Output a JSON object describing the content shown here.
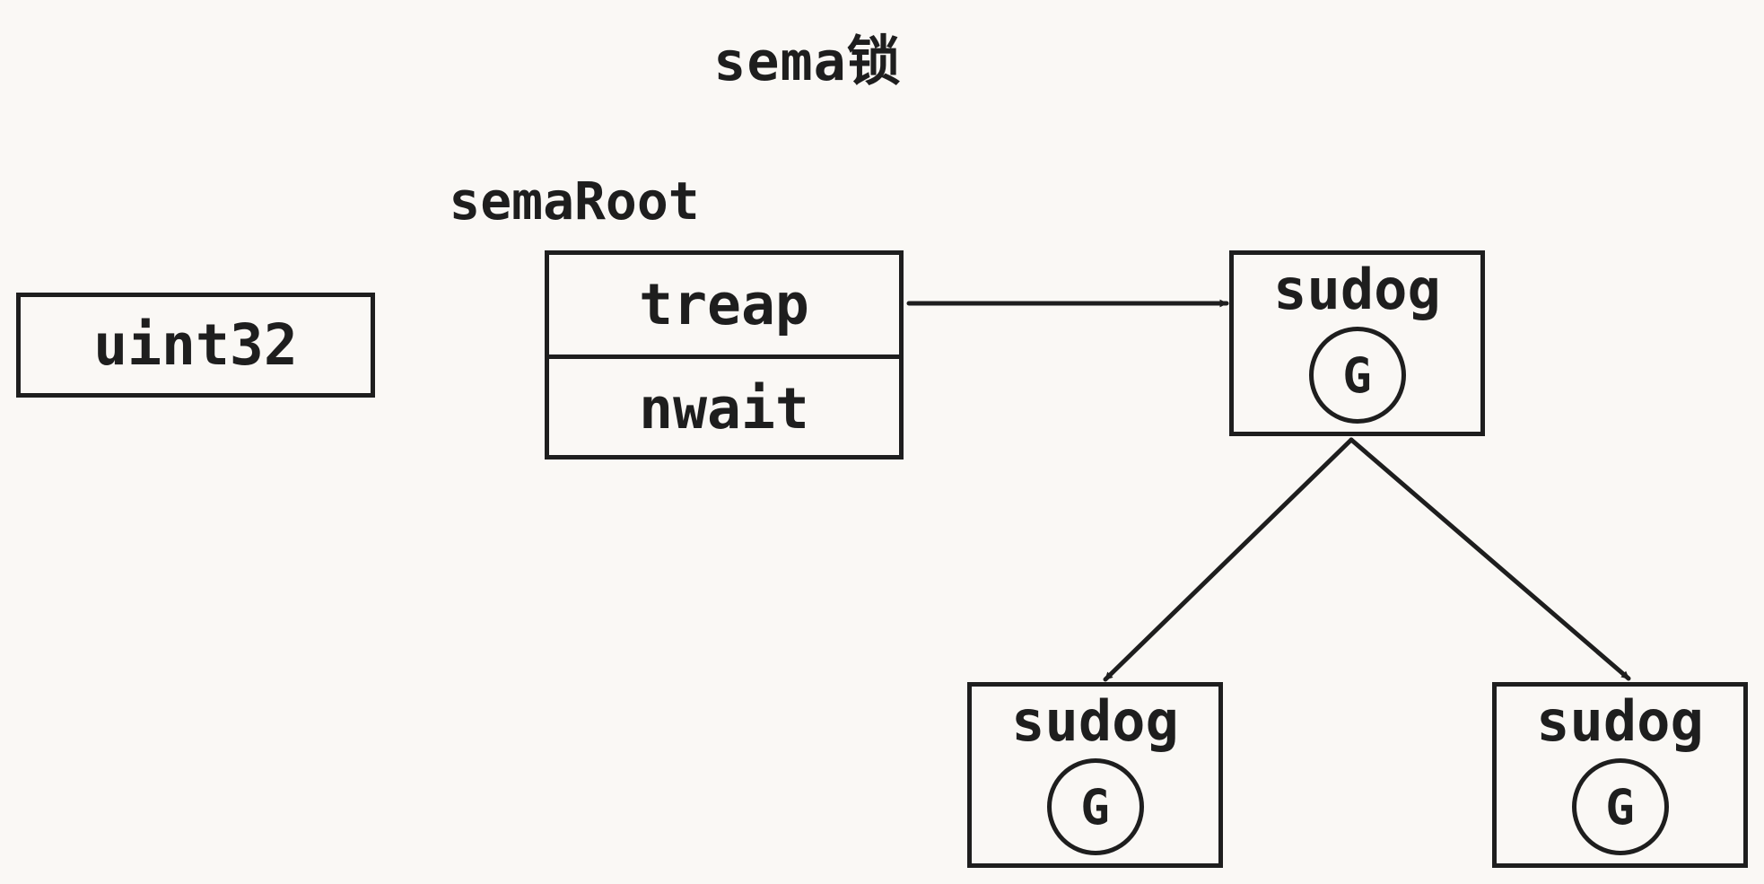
{
  "diagram": {
    "title": "sema锁",
    "word": {
      "label": "uint32"
    },
    "sema_root": {
      "label": "semaRoot",
      "fields": [
        "treap",
        "nwait"
      ]
    },
    "sudogs": [
      {
        "label": "sudog",
        "goroutine": "G"
      },
      {
        "label": "sudog",
        "goroutine": "G"
      },
      {
        "label": "sudog",
        "goroutine": "G"
      }
    ],
    "links": [
      {
        "from": "sema_root.treap",
        "to": "sudogs.0"
      },
      {
        "from": "sudogs.0",
        "to": "sudogs.1"
      },
      {
        "from": "sudogs.0",
        "to": "sudogs.2"
      }
    ],
    "colors": {
      "background": "#faf8f5",
      "stroke": "#1e1e1e"
    }
  }
}
